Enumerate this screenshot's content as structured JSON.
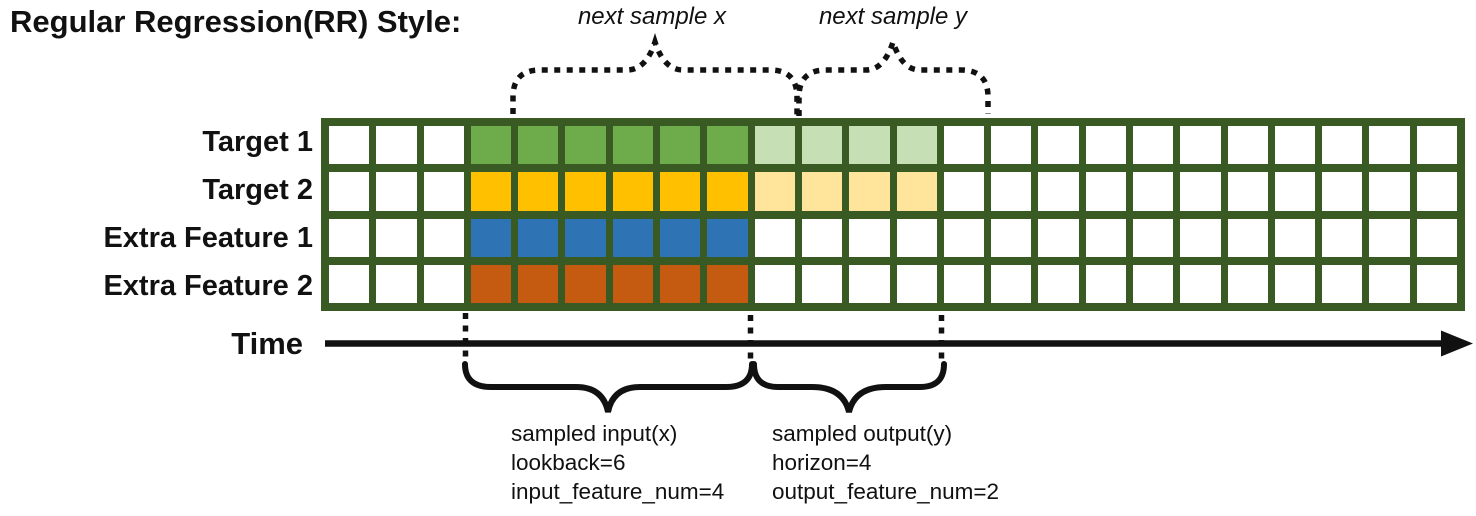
{
  "title": "Regular Regression(RR) Style:",
  "brace_labels": {
    "next_sample_x": "next sample x",
    "next_sample_y": "next sample y"
  },
  "grid": {
    "columns": 24,
    "rows": [
      {
        "label": "Target 1",
        "cells": [
          "w",
          "w",
          "w",
          "g",
          "g",
          "g",
          "g",
          "g",
          "g",
          "lg",
          "lg",
          "lg",
          "lg",
          "w",
          "w",
          "w",
          "w",
          "w",
          "w",
          "w",
          "w",
          "w",
          "w",
          "w"
        ]
      },
      {
        "label": "Target 2",
        "cells": [
          "w",
          "w",
          "w",
          "y",
          "y",
          "y",
          "y",
          "y",
          "y",
          "ly",
          "ly",
          "ly",
          "ly",
          "w",
          "w",
          "w",
          "w",
          "w",
          "w",
          "w",
          "w",
          "w",
          "w",
          "w"
        ]
      },
      {
        "label": "Extra Feature 1",
        "cells": [
          "w",
          "w",
          "w",
          "b",
          "b",
          "b",
          "b",
          "b",
          "b",
          "w",
          "w",
          "w",
          "w",
          "w",
          "w",
          "w",
          "w",
          "w",
          "w",
          "w",
          "w",
          "w",
          "w",
          "w"
        ]
      },
      {
        "label": "Extra Feature 2",
        "cells": [
          "w",
          "w",
          "w",
          "o",
          "o",
          "o",
          "o",
          "o",
          "o",
          "w",
          "w",
          "w",
          "w",
          "w",
          "w",
          "w",
          "w",
          "w",
          "w",
          "w",
          "w",
          "w",
          "w",
          "w"
        ]
      }
    ]
  },
  "colors": {
    "border": "#3A5A24",
    "w": "#FFFFFF",
    "g": "#6EAB4B",
    "lg": "#C6DFB4",
    "y": "#FFC000",
    "ly": "#FFE49B",
    "b": "#2E74B5",
    "o": "#C55A11",
    "ink": "#111111"
  },
  "time_label": "Time",
  "annotations": {
    "input": {
      "lines": [
        "sampled input(x)",
        "lookback=6",
        "input_feature_num=4"
      ]
    },
    "output": {
      "lines": [
        "sampled output(y)",
        "horizon=4",
        "output_feature_num=2"
      ]
    }
  }
}
